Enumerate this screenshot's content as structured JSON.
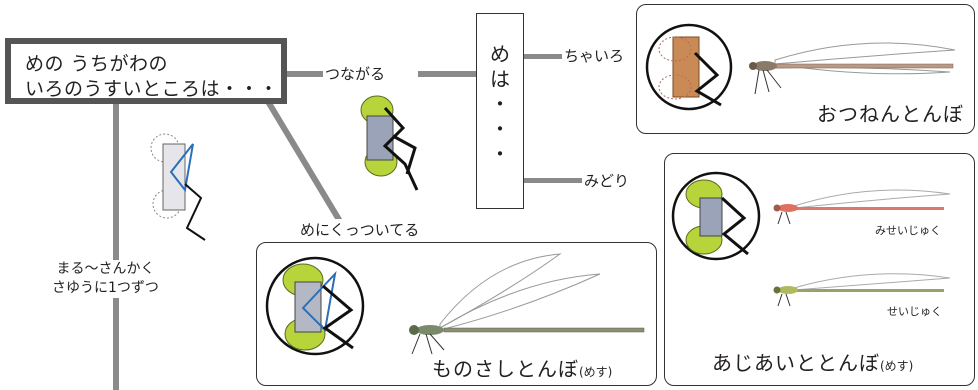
{
  "start_box": {
    "line1": "めの うちがわの",
    "line2": "いろのうすいところは・・・"
  },
  "edges": {
    "connected": "つながる",
    "touching": "めにくっついてる",
    "round_line1": "まる～さんかく",
    "round_line2": "さゆうに1つずつ"
  },
  "mid_box": {
    "chars": [
      "め",
      "は",
      "・",
      "・",
      "・"
    ]
  },
  "branches": {
    "brown": "ちゃいろ",
    "green": "みどり"
  },
  "species": {
    "otsunen": {
      "name": "おつねんとんぼ"
    },
    "monosashi": {
      "name": "ものさしとんぼ",
      "suffix": "(めす)"
    },
    "ajiai": {
      "name": "あじあいととんぼ",
      "suffix": "(めす)",
      "immature": "みせいじゅく",
      "mature": "せいじゅく"
    }
  },
  "colors": {
    "line": "#8a8a8a",
    "box_border": "#555555",
    "eye_green": "#b7d43b",
    "eye_brown": "#c98a55",
    "abdomen_tan": "#b89a86",
    "abdomen_red": "#d97a6a",
    "abdomen_green": "#9aa06a",
    "stripe_blue": "#2a6fb8"
  }
}
